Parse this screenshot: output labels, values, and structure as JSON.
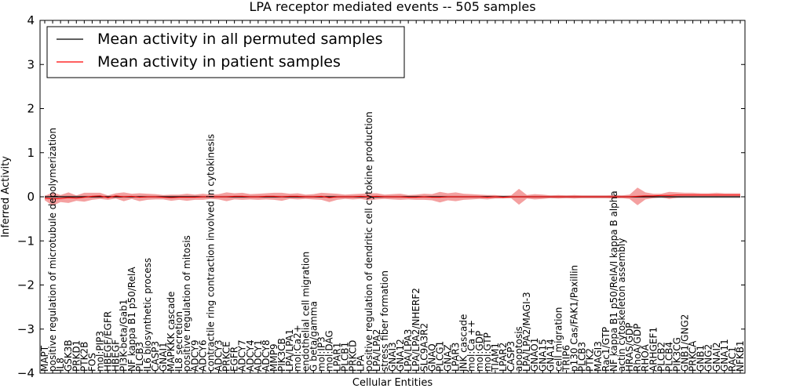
{
  "chart_data": {
    "type": "line",
    "title": "LPA receptor mediated events -- 505 samples",
    "xlabel": "Cellular Entities",
    "ylabel": "Inferred Activity",
    "ylim": [
      -4,
      4
    ],
    "yticks": [
      -4,
      -3,
      -2,
      -1,
      0,
      1,
      2,
      3,
      4
    ],
    "grid": false,
    "legend_position": "top-left",
    "colors": {
      "permuted": "#000000",
      "patient": "#ff0000",
      "band": "#f08080",
      "band_gray": "#c8c8c8"
    },
    "categories": [
      "MAPT",
      "positive regulation of microtubule depolymerization",
      "IL8",
      "GSK3B",
      "PRKD1",
      "PTK2B",
      "FOS",
      "mol:PIP3",
      "HBEGF/EGFR",
      "HBEGF",
      "PI3K-beta/Gab1",
      "NF kappa B1 p50/RelA",
      "PLCB3",
      "IL6 biosynthetic process",
      "CASP3",
      "GNAI1",
      "MAPKKK cascade",
      "IL8 secretion",
      "positive regulation of mitosis",
      "ADCY9",
      "ADCY6",
      "contractile ring contraction involved in cytokinesis",
      "ADCY3",
      "PRKCE",
      "EGFR",
      "ADCY7",
      "ADCY4",
      "ADCY1",
      "ADCY8",
      "MMP9",
      "PIK3CB",
      "LPA/LPA1",
      "mol:Ca2+",
      "endothelial cell migration",
      "G beta/gamma",
      "mol:IP3",
      "mol:DAG",
      "LPAR1",
      "PLCB1",
      "PRKCD",
      "LPA",
      "positive regulation of dendritic cell cytokine production",
      "LPA/LPA2",
      "stress fiber formation",
      "GNAI3",
      "GNA12",
      "LPA/LPA3",
      "LPA/LPA2/NHERF2",
      "SLC9A3R2",
      "GNAQ",
      "PLCG1",
      "GNAZ",
      "LPAR3",
      "JNK cascade",
      "mol:Ca ++",
      "mol:GDP",
      "mol:GTP",
      "TIAM1",
      "LPAR2",
      "CASP3",
      "apoptosis",
      "LPA/LPA2/MAGI-3",
      "GNAO1",
      "GNA15",
      "GNA14",
      "cell migration",
      "TRIP6",
      "p130 Cas/FAK1/Paxillin",
      "PLCB3",
      "PTK2",
      "MAGI3",
      "Rac1/GTP",
      "NF kappa B1 p50/RelA/I kappa B alpha",
      "actin cytoskeleton assembly",
      "HRAS/GDP",
      "RhoA/GDP",
      "RHOA",
      "ARHGEF1",
      "PLCB2",
      "PLCB4",
      "PIK3CG",
      "GNB1/GNG2",
      "PRKCA",
      "GNB1",
      "GNG2",
      "GNAI2",
      "GNA11",
      "RAC1",
      "NFKB1"
    ],
    "series": [
      {
        "name": "Mean activity in all permuted samples",
        "values": [
          0,
          0,
          0,
          0,
          0,
          0,
          0,
          0,
          0,
          0,
          0,
          0,
          0,
          0,
          0,
          0,
          0,
          0,
          0,
          0,
          0,
          0,
          0,
          0,
          0,
          0,
          0,
          0,
          0,
          0,
          0,
          0,
          0,
          0,
          0,
          0,
          0,
          0,
          0,
          0,
          0,
          0,
          0,
          0,
          0,
          0,
          0,
          0,
          0,
          0,
          0,
          0,
          0,
          0,
          0,
          0,
          0,
          0,
          0,
          0,
          0,
          0,
          0,
          0,
          0,
          0,
          0,
          0,
          0,
          0,
          0,
          0,
          0,
          0,
          0,
          0,
          0,
          0,
          0,
          0,
          0,
          0,
          0,
          0,
          0,
          0,
          0,
          0,
          0,
          0
        ]
      },
      {
        "name": "Mean activity in patient samples",
        "values": [
          -0.03,
          -0.05,
          -0.04,
          -0.02,
          -0.03,
          -0.01,
          0.01,
          0.02,
          -0.02,
          0.02,
          0,
          0.01,
          -0.01,
          0,
          0,
          -0.01,
          -0.02,
          -0.01,
          -0.01,
          -0.01,
          0,
          0,
          0,
          0,
          0.01,
          0.01,
          0,
          0,
          0.01,
          0.01,
          0,
          0.01,
          0.01,
          0,
          0,
          0.01,
          -0.02,
          0,
          0,
          0,
          0.01,
          0,
          0.01,
          0,
          0,
          0,
          -0.01,
          -0.01,
          0,
          -0.01,
          -0.01,
          0,
          0,
          0,
          0,
          0,
          -0.01,
          0,
          -0.01,
          0,
          0,
          0,
          0,
          0,
          0,
          0,
          0,
          0,
          0,
          0,
          0,
          0,
          0,
          0,
          0,
          0.01,
          0.02,
          0.02,
          0.03,
          0.03,
          0.04,
          0.04,
          0.04,
          0.04,
          0.04,
          0.04,
          0.04,
          0.04,
          0.04,
          0.04
        ]
      }
    ],
    "band_halfwidth": [
      0.05,
      0.15,
      0.08,
      0.12,
      0.06,
      0.1,
      0.08,
      0.07,
      0.05,
      0.06,
      0.1,
      0.06,
      0.09,
      0.07,
      0.06,
      0.05,
      0.07,
      0.06,
      0.08,
      0.06,
      0.07,
      0.05,
      0.06,
      0.1,
      0.07,
      0.08,
      0.06,
      0.07,
      0.07,
      0.08,
      0.09,
      0.06,
      0.07,
      0.05,
      0.06,
      0.08,
      0.1,
      0.07,
      0.05,
      0.06,
      0.06,
      0.08,
      0.07,
      0.05,
      0.06,
      0.07,
      0.05,
      0.06,
      0.07,
      0.07,
      0.12,
      0.08,
      0.1,
      0.07,
      0.06,
      0.05,
      0.05,
      0.04,
      0.03,
      0.03,
      0.18,
      0.04,
      0.06,
      0.05,
      0.03,
      0.04,
      0.03,
      0.04,
      0.03,
      0.03,
      0.03,
      0.03,
      0.04,
      0.03,
      0.05,
      0.2,
      0.08,
      0.05,
      0.04,
      0.08,
      0.06,
      0.05,
      0.05,
      0.04,
      0.04,
      0.05,
      0.04,
      0.04,
      0.04,
      0.03
    ]
  }
}
